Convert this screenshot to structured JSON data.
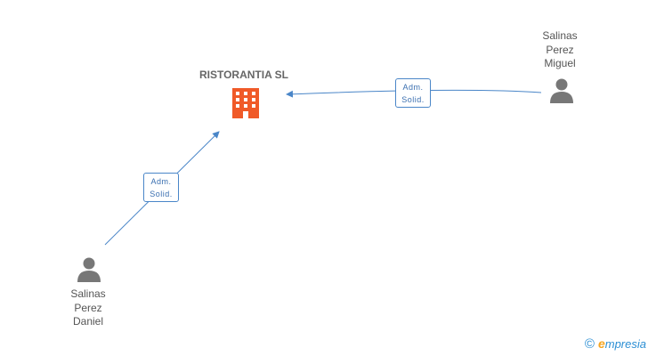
{
  "company": {
    "name": "RISTORANTIA SL",
    "icon": "building-icon",
    "color": "#f05a28"
  },
  "persons": [
    {
      "id": "miguel",
      "name": "Salinas\nPerez\nMiguel",
      "icon": "person-icon"
    },
    {
      "id": "daniel",
      "name": "Salinas\nPerez\nDaniel",
      "icon": "person-icon"
    }
  ],
  "relations": [
    {
      "from": "miguel",
      "to": "company",
      "label_line1": "Adm.",
      "label_line2": "Solid."
    },
    {
      "from": "daniel",
      "to": "company",
      "label_line1": "Adm.",
      "label_line2": "Solid."
    }
  ],
  "colors": {
    "edge": "#4a86c8",
    "person_icon": "#777777"
  },
  "brand": {
    "copyright_symbol": "©",
    "name_first_letter": "e",
    "name_rest": "mpresia"
  }
}
